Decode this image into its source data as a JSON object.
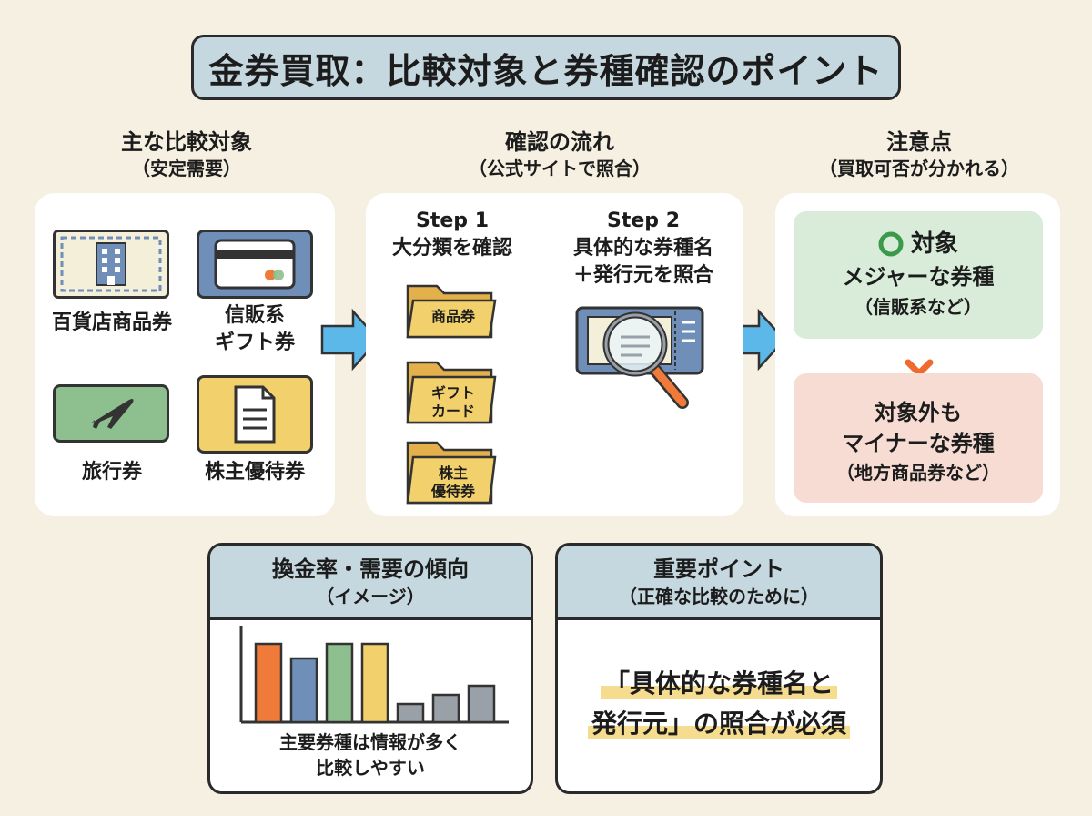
{
  "title": "金券買取：比較対象と券種確認のポイント",
  "columns": {
    "compare": {
      "heading": "主な比較対象",
      "sub": "（安定需要）",
      "items": [
        {
          "label": "百貨店商品券",
          "icon": "building-icon"
        },
        {
          "label_lines": [
            "信販系",
            "ギフト券"
          ],
          "icon": "credit-card-icon"
        },
        {
          "label": "旅行券",
          "icon": "airplane-icon"
        },
        {
          "label": "株主優待券",
          "icon": "document-icon"
        }
      ]
    },
    "flow": {
      "heading": "確認の流れ",
      "sub": "（公式サイトで照合）",
      "step1": {
        "title": "Step 1",
        "desc": "大分類を確認",
        "folders": [
          "商品券",
          [
            "ギフト",
            "カード"
          ],
          [
            "株主",
            "優待券"
          ]
        ]
      },
      "step2": {
        "title": "Step 2",
        "desc_lines": [
          "具体的な券種名",
          "＋発行元を照合"
        ]
      }
    },
    "notes": {
      "heading": "注意点",
      "sub": "（買取可否が分かれる）",
      "ok": {
        "mark": "対象",
        "line1": "メジャーな券種",
        "line2": "（信販系など）"
      },
      "ng": {
        "line1": "対象外も",
        "line2": "マイナーな券種",
        "line3": "（地方商品券など）"
      }
    }
  },
  "rate_card": {
    "heading": "換金率・需要の傾向",
    "sub": "（イメージ）",
    "caption_lines": [
      "主要券種は情報が多く",
      "比較しやすい"
    ]
  },
  "point_card": {
    "heading": "重要ポイント",
    "sub": "（正確な比較のために）",
    "message_lines": [
      "「具体的な券種名と",
      "発行元」の照合が必須"
    ]
  },
  "colors": {
    "background": "#f5f0e1",
    "header_blue": "#c6d8df",
    "arrow_blue": "#5bb8e8",
    "ok_green": "#d8ecd9",
    "ng_red": "#f7dcd4",
    "highlight": "#f6dc8e"
  },
  "chart_data": {
    "type": "bar",
    "categories": [
      "",
      "",
      "",
      "",
      "",
      "",
      ""
    ],
    "values": [
      86,
      70,
      86,
      86,
      20,
      30,
      40
    ],
    "colors": [
      "#f07a3a",
      "#6f8eb8",
      "#8ebf8e",
      "#f2d06b",
      "#9aa0a8",
      "#9aa0a8",
      "#9aa0a8"
    ],
    "title": "",
    "xlabel": "",
    "ylabel": "",
    "ylim": [
      0,
      100
    ]
  }
}
